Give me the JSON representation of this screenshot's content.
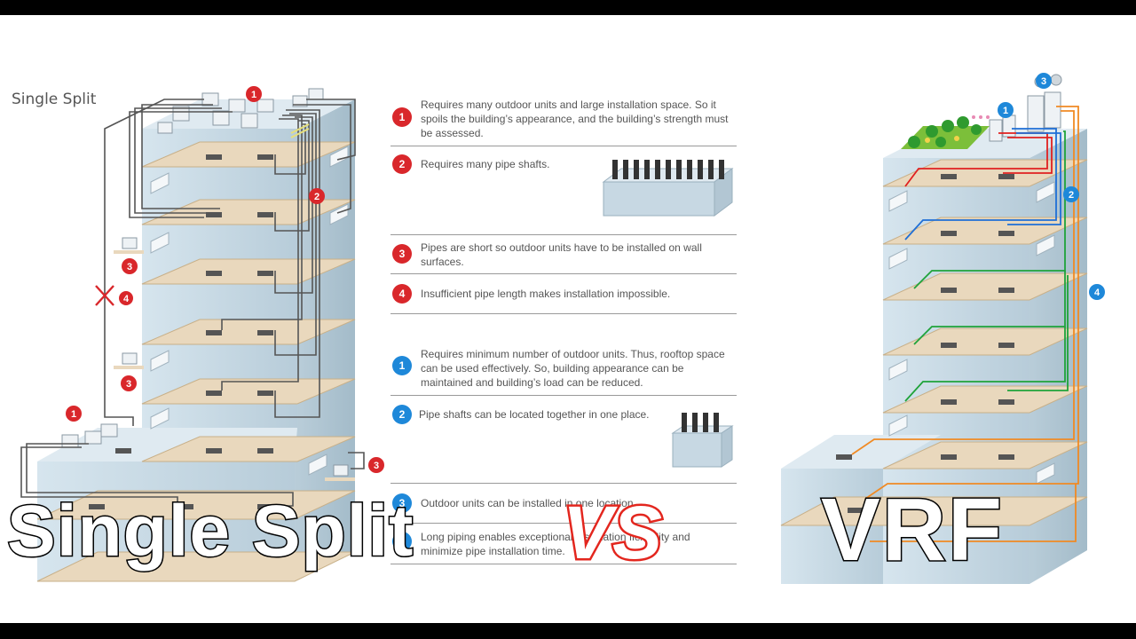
{
  "header": {
    "section_label": "Single Split"
  },
  "titles": {
    "left": "Single Split",
    "vs": "VS",
    "right": "VRF"
  },
  "callouts": {
    "left": [
      "1",
      "2",
      "3",
      "4",
      "3",
      "1",
      "3"
    ],
    "right": [
      "3",
      "1",
      "2",
      "4"
    ]
  },
  "notes": [
    {
      "marker": "1",
      "color": "red",
      "text": "Requires many outdoor units and large installation space. So it spoils the building’s appearance, and the building’s strength must be assessed."
    },
    {
      "marker": "2",
      "color": "red",
      "text": "Requires many pipe shafts."
    },
    {
      "marker": "3",
      "color": "red",
      "text": "Pipes are short so outdoor units have to be installed on wall surfaces."
    },
    {
      "marker": "4",
      "color": "red",
      "text": "Insufficient pipe length makes installation impossible."
    },
    {
      "marker": "1",
      "color": "blue",
      "text": "Requires minimum number of outdoor units. Thus, rooftop space can be used effectively. So, building appearance can be maintained and building’s load can be reduced."
    },
    {
      "marker": "2",
      "color": "blue",
      "text": "Pipe shafts can be located together in one place."
    },
    {
      "marker": "3",
      "color": "blue",
      "text": "Outdoor units can be installed in one location."
    },
    {
      "marker": "4",
      "color": "blue",
      "text": "Long piping enables exceptional installation flexibility and minimize pipe installation time."
    }
  ],
  "colors": {
    "accent_red": "#d9272b",
    "accent_blue": "#1e88d9",
    "pipe_red": "#e02020",
    "pipe_blue": "#1f6fd6",
    "pipe_green": "#1fa33a",
    "pipe_orange": "#f08a24",
    "floor": "#e9d8bd",
    "glass": "#c9dbe6"
  }
}
